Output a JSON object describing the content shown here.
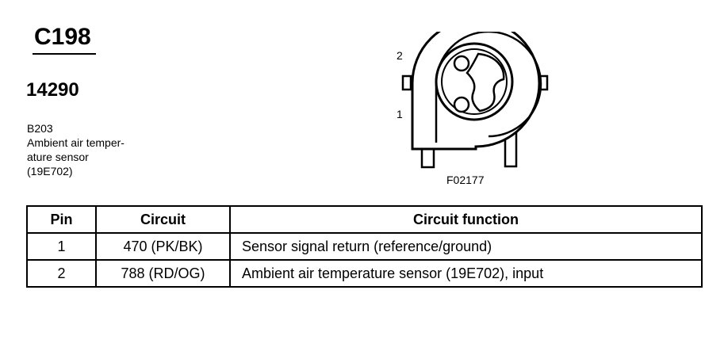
{
  "connector": {
    "id": "C198",
    "part_number": "14290"
  },
  "component": {
    "code": "B203",
    "name_lines": [
      "Ambient air temper-",
      "ature sensor"
    ],
    "service_code": "(19E702)"
  },
  "diagram": {
    "pin_labels": [
      "2",
      "1"
    ],
    "figure_id": "F02177"
  },
  "table": {
    "headers": [
      "Pin",
      "Circuit",
      "Circuit function"
    ],
    "rows": [
      {
        "pin": "1",
        "circuit": "470 (PK/BK)",
        "function": "Sensor signal return (reference/ground)"
      },
      {
        "pin": "2",
        "circuit": "788 (RD/OG)",
        "function": "Ambient air temperature sensor (19E702), input"
      }
    ]
  }
}
